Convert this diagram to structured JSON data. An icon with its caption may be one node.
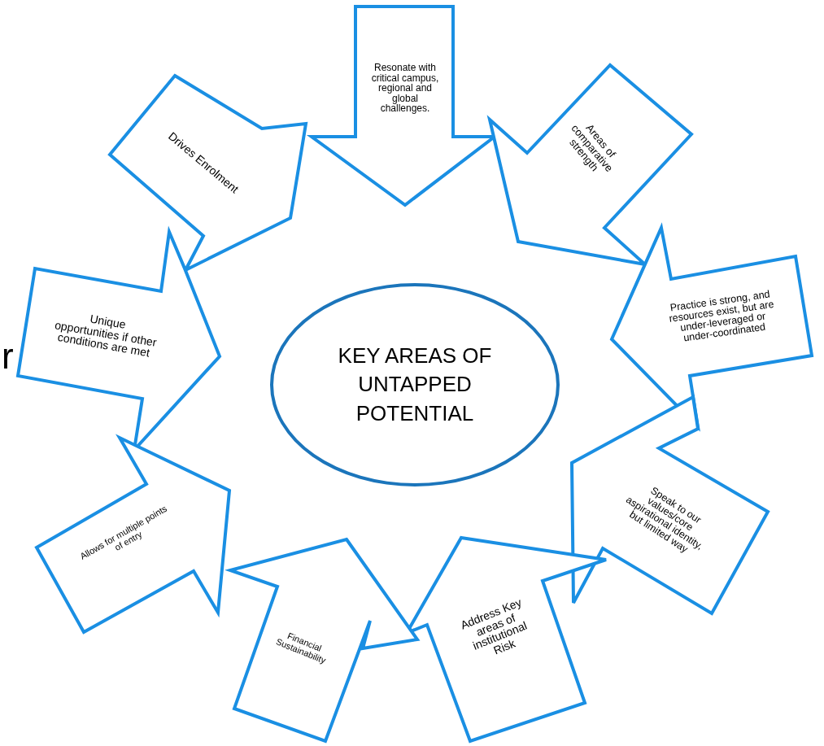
{
  "diagram": {
    "nodes": [
      {
        "text": [
          "Resonate with critical campus, regional and global challenges."
        ]
      },
      {
        "text": [
          "Drives Enrolment"
        ]
      },
      {
        "text": [
          "Areas of comparative strength"
        ]
      },
      {
        "text": [
          "Unique opportunities if other conditions are met"
        ]
      },
      {
        "text": [
          "KEY AREAS OF UNTAPPED POTENTIAL"
        ]
      },
      {
        "text": [
          "Practice is strong, and resources exist, but  are under-leveraged or under-coordinated"
        ]
      },
      {
        "text": [
          "Speak to our values/core aspirational identity, but limited way"
        ]
      },
      {
        "text": [
          "Allows for multiple points of entry"
        ]
      },
      {
        "text": [
          "Address Key areas of institutional Risk"
        ]
      },
      {
        "text": [
          "Financial Sustainability"
        ]
      }
    ],
    "labels": [
      "r"
    ]
  }
}
